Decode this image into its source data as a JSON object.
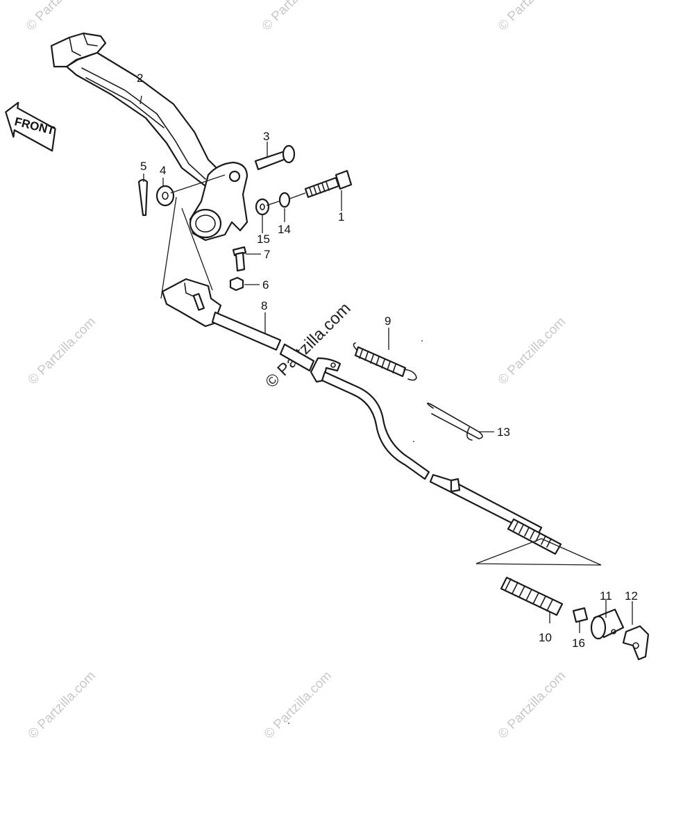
{
  "diagram": {
    "front_label": "FRONT",
    "watermark": "© Partzilla.com",
    "callouts": {
      "p1": "1",
      "p2": "2",
      "p3": "3",
      "p4": "4",
      "p5": "5",
      "p6": "6",
      "p7": "7",
      "p8": "8",
      "p9": "9",
      "p10": "10",
      "p11": "11",
      "p12": "12",
      "p13": "13",
      "p14": "14",
      "p15": "15",
      "p16": "16"
    }
  }
}
